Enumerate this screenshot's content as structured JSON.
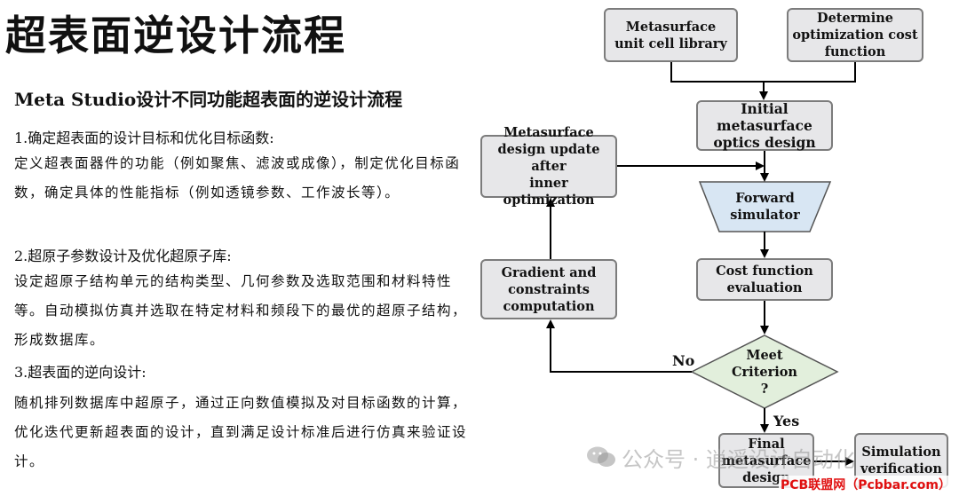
{
  "title": "超表面逆设计流程",
  "subtitle": "Meta Studio设计不同功能超表面的逆设计流程",
  "sections": [
    {
      "heading": "1.确定超表面的设计目标和优化目标函数:",
      "body": "定义超表面器件的功能（例如聚焦、滤波或成像），制定优化目标函数，确定具体的性能指标（例如透镜参数、工作波长等）。"
    },
    {
      "heading": "2.超原子参数设计及优化超原子库:",
      "body": "设定超原子结构单元的结构类型、几何参数及选取范围和材料特性等。自动模拟仿真并选取在特定材料和频段下的最优的超原子结构，形成数据库。"
    },
    {
      "heading": "3.超表面的逆向设计:",
      "body": "随机排列数据库中超原子，通过正向数值模拟及对目标函数的计算，优化迭代更新超表面的设计，直到满足设计标准后进行仿真来验证设计。"
    }
  ],
  "flow": {
    "library": [
      "Metasurface",
      "unit cell library"
    ],
    "cost": [
      "Determine",
      "optimization cost",
      "function"
    ],
    "initial": [
      "Initial metasurface",
      "optics design"
    ],
    "update": [
      "Metasurface",
      "design update after",
      "inner optimization"
    ],
    "forward": [
      "Forward",
      "simulator"
    ],
    "gradient": [
      "Gradient and",
      "constraints",
      "computation"
    ],
    "evaluation": [
      "Cost function",
      "evaluation"
    ],
    "criterion": [
      "Meet",
      "Criterion",
      "?"
    ],
    "no_label": "No",
    "yes_label": "Yes",
    "final": [
      "Final",
      "metasurface",
      "design"
    ],
    "verification": [
      "Simulation",
      "verification"
    ]
  },
  "watermark": "公众号 · 逍遥设计自动化",
  "source_tag": "PCB联盟网（Pcbbar.com）",
  "colors": {
    "box_fill": "#e7e7e9",
    "box_border": "#7c7c7c",
    "trapezoid_fill": "#d8e6f3",
    "diamond_fill": "#e2efdc",
    "source_red": "#e01010"
  }
}
